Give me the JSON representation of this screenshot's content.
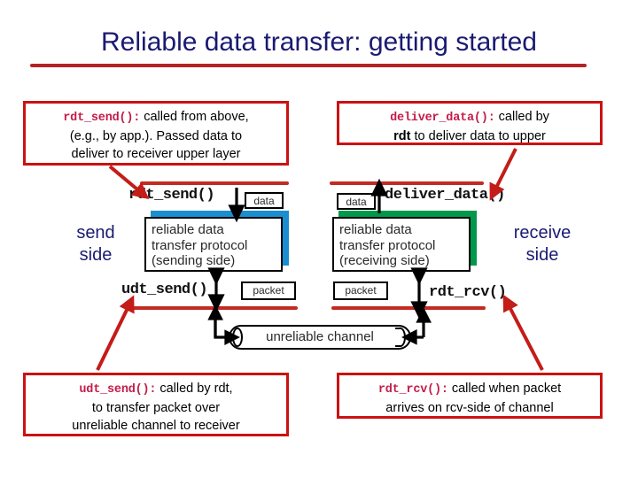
{
  "title": "Reliable data transfer: getting started",
  "callouts": {
    "rdt_send": {
      "fn": "rdt_send():",
      "line1": " called from above,",
      "line2": "(e.g., by app.). Passed data to",
      "line3": "deliver to receiver upper layer"
    },
    "deliver_data": {
      "fn": "deliver_data():",
      "line1": " called by",
      "line2_bold": "rdt",
      "line2_rest": " to deliver data to upper"
    },
    "udt_send": {
      "fn": "udt_send():",
      "line1": " called by rdt,",
      "line2": "to transfer packet over",
      "line3": "unreliable channel to receiver"
    },
    "rdt_rcv": {
      "fn": "rdt_rcv():",
      "line1": " called when packet",
      "line2": "arrives on rcv-side of channel"
    }
  },
  "labels": {
    "send_side": "send\nside",
    "send_side_l1": "send",
    "send_side_l2": "side",
    "receive_side_l1": "receive",
    "receive_side_l2": "side"
  },
  "diagram": {
    "rdt_send_fn": "rdt_send()",
    "deliver_data_fn": "deliver_data()",
    "udt_send_fn": "udt_send()",
    "rdt_rcv_fn": "rdt_rcv()",
    "sending_box_l1": "reliable data",
    "sending_box_l2": "transfer protocol",
    "sending_box_l3": "(sending side)",
    "receiving_box_l1": "reliable data",
    "receiving_box_l2": "transfer protocol",
    "receiving_box_l3": "(receiving side)",
    "tag_data_left": "data",
    "tag_data_right": "data",
    "tag_packet_left": "packet",
    "tag_packet_right": "packet",
    "channel": "unreliable channel"
  },
  "colors": {
    "title": "#1a1a72",
    "callout_border": "#cc1111",
    "callout_fn": "#c41c4a",
    "red_rule": "#c22b22",
    "sending_shadow": "#1b8ed0",
    "receiving_shadow": "#00984a",
    "side_label": "#1a1a72",
    "arrow_black": "#000000",
    "arrow_red": "#c41c18"
  }
}
